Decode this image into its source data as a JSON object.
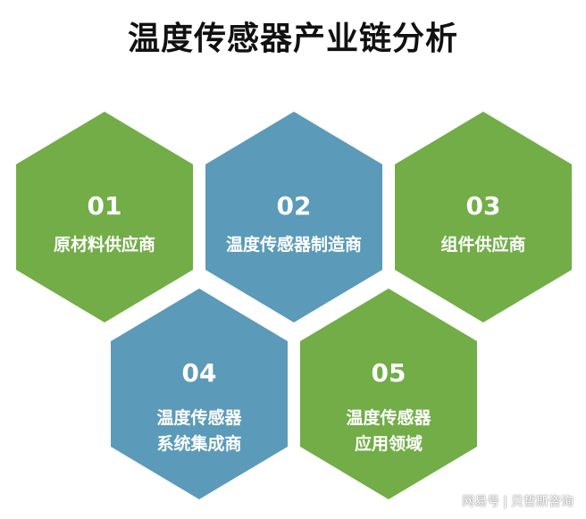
{
  "title": "温度传感器产业链分析",
  "colors": {
    "green": "#72ad47",
    "blue": "#5b9ab8"
  },
  "nodes": [
    {
      "number": "01",
      "lines": [
        "原材料供应商"
      ],
      "color": "green"
    },
    {
      "number": "02",
      "lines": [
        "温度传感器制造商"
      ],
      "color": "blue"
    },
    {
      "number": "03",
      "lines": [
        "组件供应商"
      ],
      "color": "green"
    },
    {
      "number": "04",
      "lines": [
        "温度传感器",
        "系统集成商"
      ],
      "color": "blue"
    },
    {
      "number": "05",
      "lines": [
        "温度传感器",
        "应用领域"
      ],
      "color": "green"
    }
  ],
  "watermark": {
    "platform": "网易号",
    "separator": "|",
    "source": "贝哲斯咨询"
  }
}
